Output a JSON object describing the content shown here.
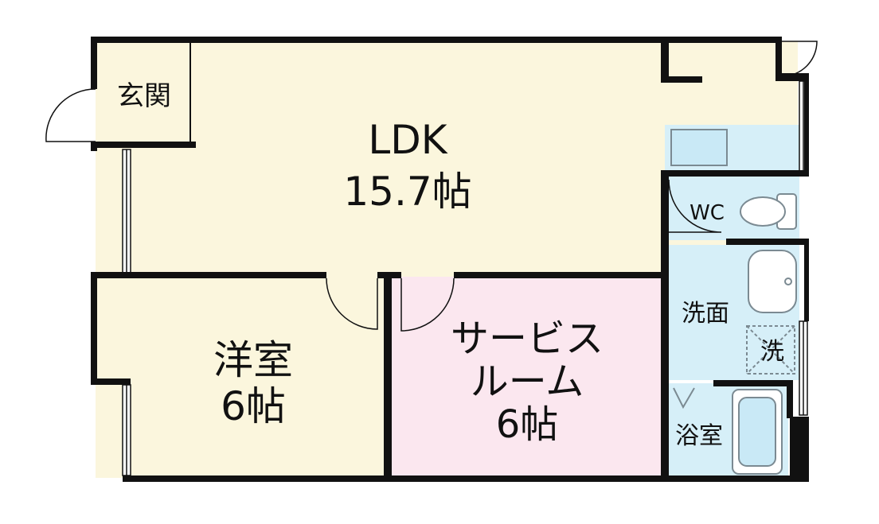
{
  "floor_plan": {
    "rooms": {
      "genkan": {
        "name": "玄関"
      },
      "ldk": {
        "name": "LDK",
        "size": "15.7帖"
      },
      "western_room": {
        "name": "洋室",
        "size": "6帖"
      },
      "service_room": {
        "name_line1": "サービス",
        "name_line2": "ルーム",
        "size": "6帖"
      },
      "toilet": {
        "name": "WC"
      },
      "washroom": {
        "name": "洗面"
      },
      "laundry": {
        "name": "洗"
      },
      "bathroom": {
        "name": "浴室"
      }
    },
    "colors": {
      "wall": "#111111",
      "ldk_floor": "#fbf6dd",
      "western_floor": "#fbf6dd",
      "service_floor": "#fbe7ef",
      "wet_area_floor": "#d6eff8",
      "fixture": "#c9e9f6",
      "fixture_outline": "#7b8a92"
    }
  }
}
